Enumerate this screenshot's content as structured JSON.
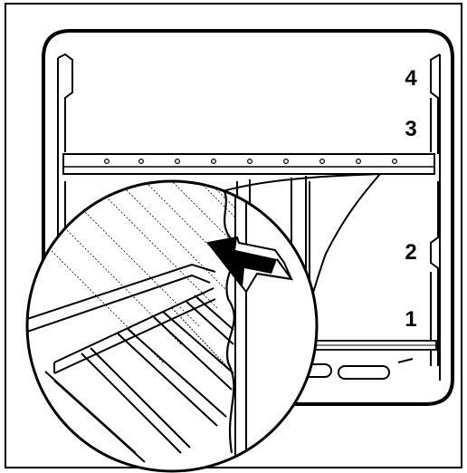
{
  "figure": {
    "shelf_labels": [
      "4",
      "3",
      "2",
      "1"
    ]
  }
}
